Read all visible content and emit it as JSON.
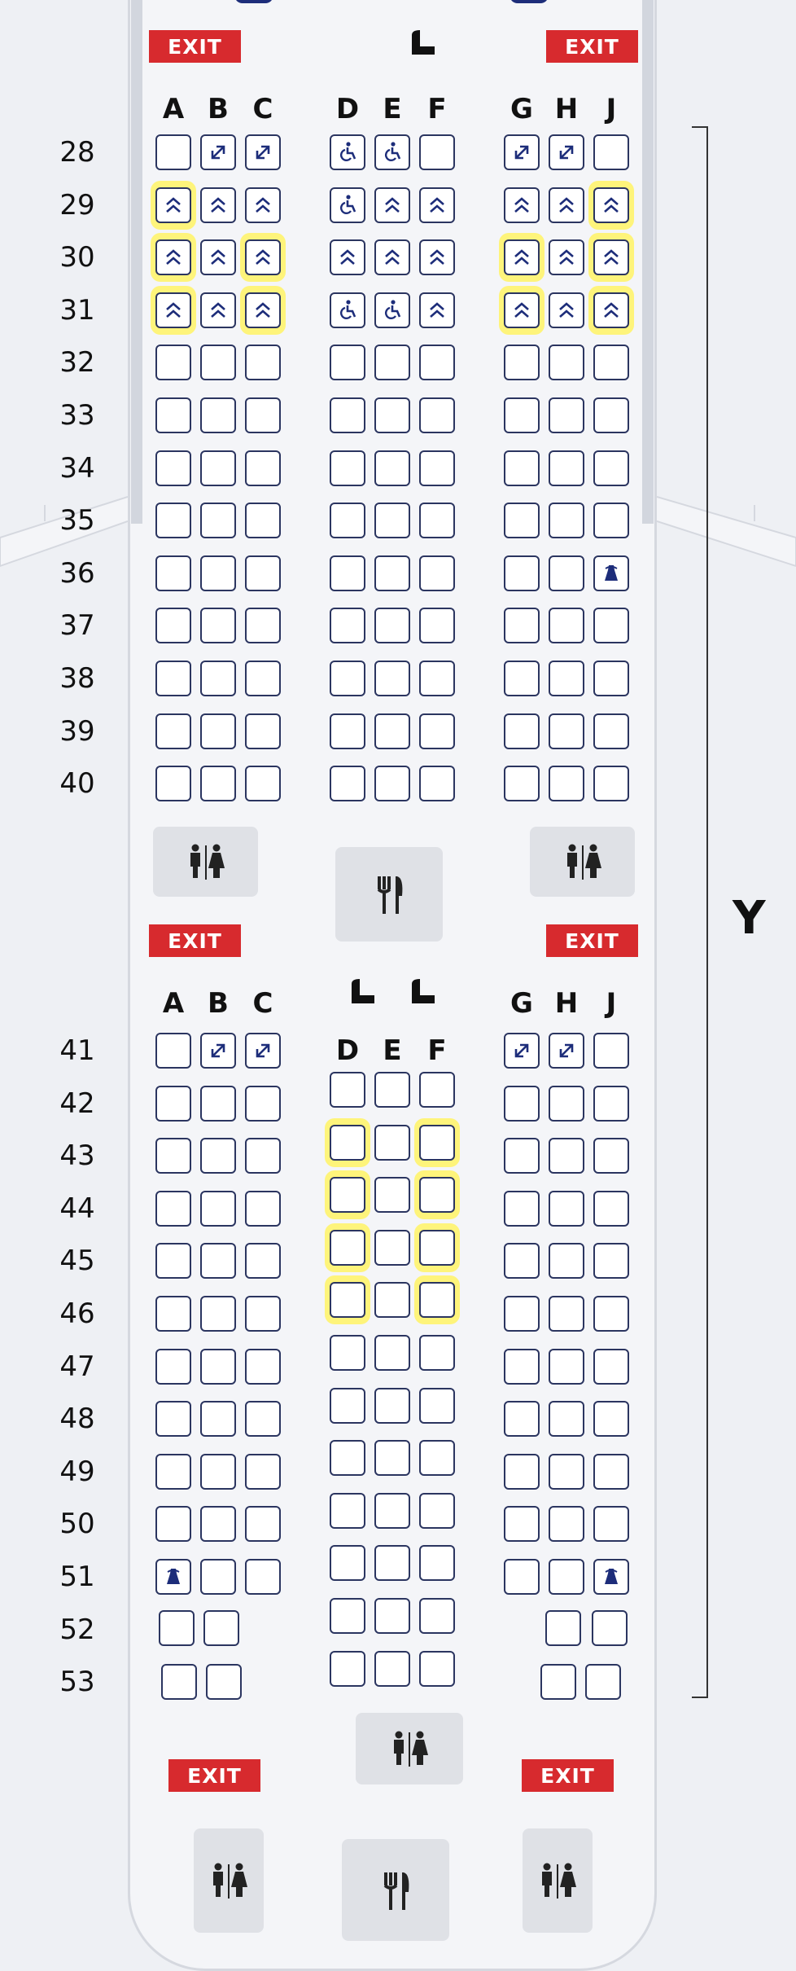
{
  "cabin": {
    "class_label": "Y"
  },
  "exit_label": "EXIT",
  "icons": {
    "extra_legroom": "diagonal-arrow-icon",
    "upgraded": "double-chevron-up-icon",
    "accessible": "wheelchair-icon",
    "premium": "dress-icon",
    "bassinet": "bassinet-icon",
    "lavatory": "lavatory-icon",
    "galley": "galley-icon"
  },
  "colors": {
    "exit": "#d72a2e",
    "seat_border": "#2b3560",
    "icon": "#1d2d7a",
    "highlight": "#fff46d",
    "facility": "#dfe1e6"
  },
  "sections": [
    {
      "columns": [
        "A",
        "B",
        "C",
        "D",
        "E",
        "F",
        "G",
        "H",
        "J"
      ],
      "rows": [
        {
          "num": "28",
          "icons": {
            "B": "arrow",
            "C": "arrow",
            "D": "wheel",
            "E": "wheel",
            "G": "arrow",
            "H": "arrow"
          }
        },
        {
          "num": "29",
          "icons": {
            "A": "chev",
            "B": "chev",
            "C": "chev",
            "D": "wheel",
            "E": "chev",
            "F": "chev",
            "G": "chev",
            "H": "chev",
            "J": "chev"
          },
          "highlight": [
            "A",
            "J"
          ]
        },
        {
          "num": "30",
          "icons": {
            "A": "chev",
            "B": "chev",
            "C": "chev",
            "D": "chev",
            "E": "chev",
            "F": "chev",
            "G": "chev",
            "H": "chev",
            "J": "chev"
          },
          "highlight": [
            "A",
            "C",
            "G",
            "J"
          ]
        },
        {
          "num": "31",
          "icons": {
            "A": "chev",
            "B": "chev",
            "C": "chev",
            "D": "wheel",
            "E": "wheel",
            "F": "chev",
            "G": "chev",
            "H": "chev",
            "J": "chev"
          },
          "highlight": [
            "A",
            "C",
            "G",
            "J"
          ]
        },
        {
          "num": "32"
        },
        {
          "num": "33"
        },
        {
          "num": "34"
        },
        {
          "num": "35"
        },
        {
          "num": "36",
          "icons": {
            "J": "dress"
          }
        },
        {
          "num": "37"
        },
        {
          "num": "38"
        },
        {
          "num": "39"
        },
        {
          "num": "40"
        }
      ]
    },
    {
      "columns_left": [
        "A",
        "B",
        "C"
      ],
      "columns_mid": [
        "D",
        "E",
        "F"
      ],
      "columns_right": [
        "G",
        "H",
        "J"
      ],
      "rows": [
        {
          "num": "41",
          "icons": {
            "B": "arrow",
            "C": "arrow",
            "G": "arrow",
            "H": "arrow"
          }
        },
        {
          "num": "42"
        },
        {
          "num": "43",
          "highlight": [
            "D",
            "F"
          ]
        },
        {
          "num": "44",
          "highlight": [
            "D",
            "F"
          ]
        },
        {
          "num": "45",
          "highlight": [
            "D",
            "F"
          ]
        },
        {
          "num": "46",
          "highlight": [
            "D",
            "F"
          ]
        },
        {
          "num": "47"
        },
        {
          "num": "48"
        },
        {
          "num": "49"
        },
        {
          "num": "50"
        },
        {
          "num": "51",
          "icons": {
            "A": "dress",
            "J": "dress"
          }
        },
        {
          "num": "52"
        },
        {
          "num": "53"
        }
      ]
    }
  ]
}
